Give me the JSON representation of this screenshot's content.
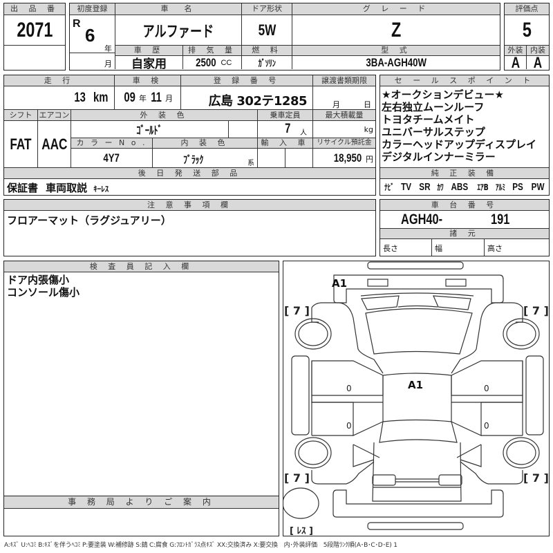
{
  "lot": {
    "label": "出 品 番 号",
    "value": "2071"
  },
  "first_reg": {
    "label": "初度登録",
    "era": "R",
    "year": "6",
    "year_unit": "年",
    "month_unit": "月"
  },
  "car_name": {
    "label": "車　名",
    "value": "アルファード"
  },
  "door": {
    "label": "ドア形状",
    "value": "5W"
  },
  "grade": {
    "label": "グ レ ー ド",
    "value": "Z"
  },
  "score": {
    "label": "評価点",
    "value": "5",
    "ext_label": "外装",
    "int_label": "内装",
    "ext": "A",
    "int": "A"
  },
  "history": {
    "label": "車 歴",
    "value": "自家用"
  },
  "displacement": {
    "label": "排 気 量",
    "value": "2500",
    "unit": "CC"
  },
  "fuel": {
    "label": "燃 料",
    "value": "ｶﾞｿﾘﾝ"
  },
  "model": {
    "label": "型 式",
    "value": "3BA-AGH40W"
  },
  "mileage": {
    "label": "走 行",
    "value": "13",
    "unit": "km"
  },
  "inspection": {
    "label": "車 検",
    "year": "09",
    "year_unit": "年",
    "month": "11",
    "month_unit": "月"
  },
  "plate": {
    "label": "登 録 番 号",
    "value": "広島 302テ1285"
  },
  "transfer": {
    "label": "譲渡書類期限",
    "month_unit": "月",
    "day_unit": "日"
  },
  "shift": {
    "label": "シフト",
    "value": "FAT"
  },
  "aircon": {
    "label": "エアコン",
    "value": "AAC"
  },
  "ext_color": {
    "label": "外 装 色",
    "value": "ｺﾞｰﾙﾄﾞ"
  },
  "capacity": {
    "label": "乗車定員",
    "value": "7",
    "unit": "人"
  },
  "max_load": {
    "label": "最大積載量",
    "unit": "kg"
  },
  "color_no": {
    "label": "カ ラ ー N o .",
    "value": "4Y7"
  },
  "int_color": {
    "label": "内 装 色",
    "value": "ﾌﾞﾗｯｸ",
    "suffix": "系"
  },
  "import": {
    "label": "輸 入 車"
  },
  "recycle": {
    "label": "リサイクル預託金",
    "value": "18,950",
    "unit": "円"
  },
  "parts_later": {
    "label": "後 日 発 送 部 品",
    "items": [
      "保証書",
      "車両取説",
      "ｷｰﾚｽ"
    ]
  },
  "sales_points": {
    "label": "セ ー ル ス ポ イ ン ト",
    "items": [
      "★オークションデビュー★",
      "左右独立ムーンルーフ",
      "トヨタチームメイト",
      "ユニバーサルステップ",
      "カラーヘッドアップディスプレイ",
      "デジタルインナーミラー"
    ]
  },
  "equipment": {
    "label": "純 正 装 備",
    "items": [
      "ﾅﾋﾞ",
      "TV",
      "SR",
      "ｶﾜ",
      "ABS",
      "ｴｱB",
      "ｱﾙﾐ",
      "PS",
      "PW"
    ]
  },
  "notes": {
    "label": "注 意 事 項 欄",
    "value": "フロアーマット（ラグジュアリー）"
  },
  "chassis": {
    "label": "車 台 番 号",
    "prefix": "AGH40-",
    "suffix": "191"
  },
  "specs": {
    "label": "諸 元",
    "length": "長さ",
    "width": "幅",
    "height": "高さ"
  },
  "inspector": {
    "label": "検 査 員 記 入 欄",
    "lines": [
      "ドア内張傷小",
      "コンソール傷小"
    ]
  },
  "office": {
    "label": "事 務 局 よ り ご 案 内"
  },
  "diagram": {
    "marks": {
      "front_bumper": "A1",
      "roof": "A1"
    },
    "tires": {
      "front_left": "[ 7 ]",
      "front_right": "[ 7 ]",
      "rear_left": "[ 7 ]",
      "rear_right": "[ 7 ]",
      "spare": "[ ﾚｽ ]"
    },
    "door_marks": [
      "0",
      "0",
      "0",
      "0"
    ]
  },
  "legend": "A:ｷｽﾞ U:ﾍｺﾐ B:ｷｽﾞを伴うﾍｺﾐ P:要塗装 W:補修跡 S:錆 C:腐食 G:ﾌﾛﾝﾄｶﾞﾗｽ点ｷｽﾞ XX:交換済み X:要交換　内･外装評価　5段階ﾗﾝｸ順(A･B･C･D･E) 1"
}
